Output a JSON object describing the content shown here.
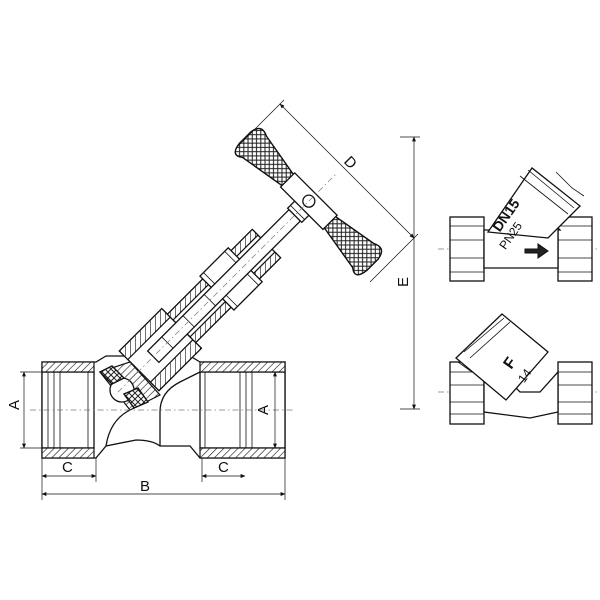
{
  "labels": {
    "a_left": "A",
    "a_right": "A",
    "b": "B",
    "c_left": "C",
    "c_right": "C",
    "d": "D",
    "e": "E"
  },
  "markings": {
    "nominal": "DN15",
    "pressure": "PN25",
    "letter": "F",
    "number": "14"
  }
}
